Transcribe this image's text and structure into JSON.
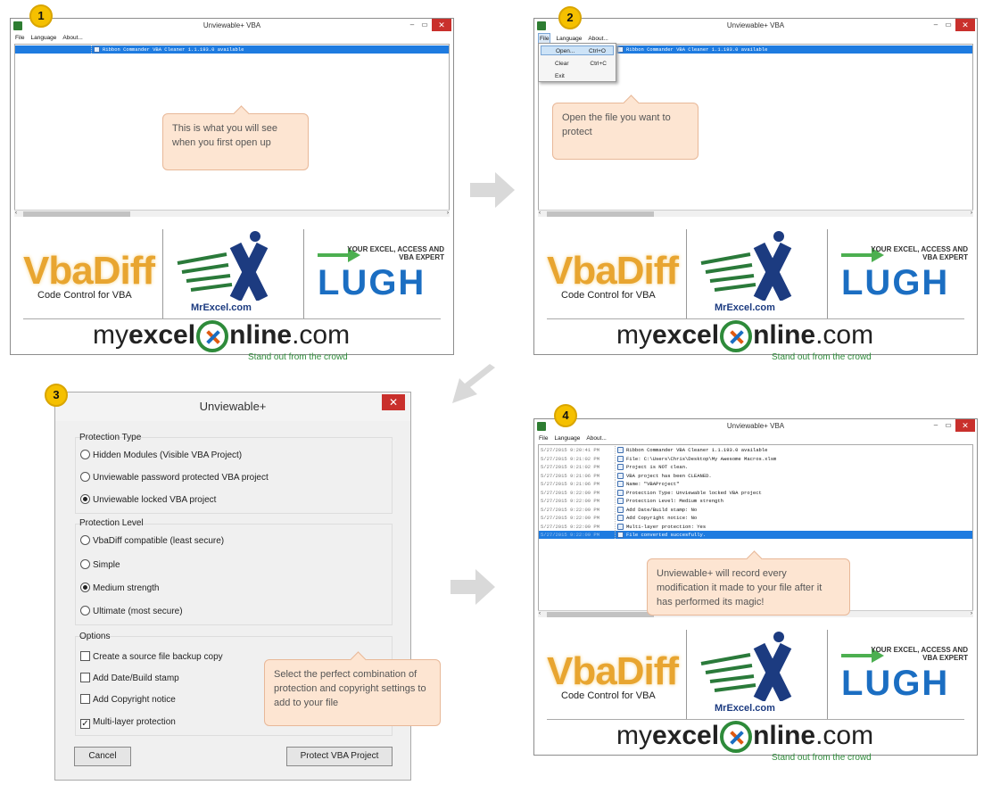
{
  "window": {
    "title": "Unviewable+ VBA",
    "min": "–",
    "max": "▭",
    "close": "✕"
  },
  "menu": {
    "file": "File",
    "language": "Language",
    "about": "About..."
  },
  "steps": [
    "1",
    "2",
    "3",
    "4"
  ],
  "panel1": {
    "log": [
      {
        "time": "",
        "msg": "Ribbon Commander VBA Cleaner 1.1.193.0 available",
        "selected": true
      }
    ],
    "callout": "This is what you will see when you first open up"
  },
  "panel2": {
    "log": [
      {
        "time": "",
        "msg": "Ribbon Commander VBA Cleaner 1.1.193.0 available",
        "selected": true
      }
    ],
    "dropdown": [
      {
        "label": "Open...",
        "shortcut": "Ctrl+O"
      },
      {
        "label": "Clear",
        "shortcut": "Ctrl+C"
      },
      {
        "label": "Exit",
        "shortcut": ""
      }
    ],
    "callout": "Open the file you want to protect"
  },
  "panel4": {
    "log": [
      {
        "time": "5/27/2015 9:20:41 PM",
        "msg": "Ribbon Commander VBA Cleaner 1.1.193.0 available"
      },
      {
        "time": "5/27/2015 9:21:02 PM",
        "msg": "File: C:\\Users\\Chris\\Desktop\\My Awesome Macros.xlsm"
      },
      {
        "time": "5/27/2015 9:21:02 PM",
        "msg": "  Project is NOT clean."
      },
      {
        "time": "5/27/2015 9:21:06 PM",
        "msg": "  VBA project has been CLEANED."
      },
      {
        "time": "5/27/2015 9:21:06 PM",
        "msg": "  Name: \"VBAProject\""
      },
      {
        "time": "5/27/2015 9:22:09 PM",
        "msg": "  Protection Type: Unviewable locked VBA project"
      },
      {
        "time": "5/27/2015 9:22:09 PM",
        "msg": "  Protection Level: Medium strength"
      },
      {
        "time": "5/27/2015 9:22:09 PM",
        "msg": "  Add Date/Build stamp: No"
      },
      {
        "time": "5/27/2015 9:22:09 PM",
        "msg": "  Add Copyright notice: No"
      },
      {
        "time": "5/27/2015 9:22:09 PM",
        "msg": "  Multi-layer protection: Yes"
      },
      {
        "time": "5/27/2015 9:22:09 PM",
        "msg": "File converted succesfully.",
        "selected": true
      }
    ],
    "callout": "Unviewable+ will record every modification it made to your file after it has performed its magic!"
  },
  "brand": {
    "vbadiff": "VbaDiff",
    "vbadiff_sub": "Code Control for VBA",
    "mrexcel": "MrExcel.com",
    "lugh_tag": "YOUR EXCEL, ACCESS AND VBA EXPERT",
    "lugh": "LUGH",
    "my": "my",
    "excel": "excel",
    "nline": "nline",
    "com": ".com",
    "tagline": "Stand out from the crowd"
  },
  "dialog": {
    "title": "Unviewable+",
    "close": "✕",
    "protection_type": {
      "label": "Protection Type",
      "options": [
        {
          "label": "Hidden Modules (Visible VBA Project)",
          "selected": false
        },
        {
          "label": "Unviewable password protected VBA project",
          "selected": false
        },
        {
          "label": "Unviewable locked VBA project",
          "selected": true
        }
      ]
    },
    "protection_level": {
      "label": "Protection Level",
      "options": [
        {
          "label": "VbaDiff compatible (least secure)",
          "selected": false
        },
        {
          "label": "Simple",
          "selected": false
        },
        {
          "label": "Medium strength",
          "selected": true
        },
        {
          "label": "Ultimate (most secure)",
          "selected": false
        }
      ]
    },
    "options": {
      "label": "Options",
      "items": [
        {
          "label": "Create a source file backup copy",
          "checked": false
        },
        {
          "label": "Add Date/Build stamp",
          "checked": false
        },
        {
          "label": "Add Copyright notice",
          "checked": false
        },
        {
          "label": "Multi-layer protection",
          "checked": true
        }
      ]
    },
    "cancel": "Cancel",
    "protect": "Protect VBA Project",
    "callout": "Select the perfect combination of protection and copyright settings to add to your file"
  },
  "colors": {
    "step": "#f5c000",
    "selection": "#1e7be0",
    "callout": "#fde5d2",
    "close": "#c9302c"
  }
}
